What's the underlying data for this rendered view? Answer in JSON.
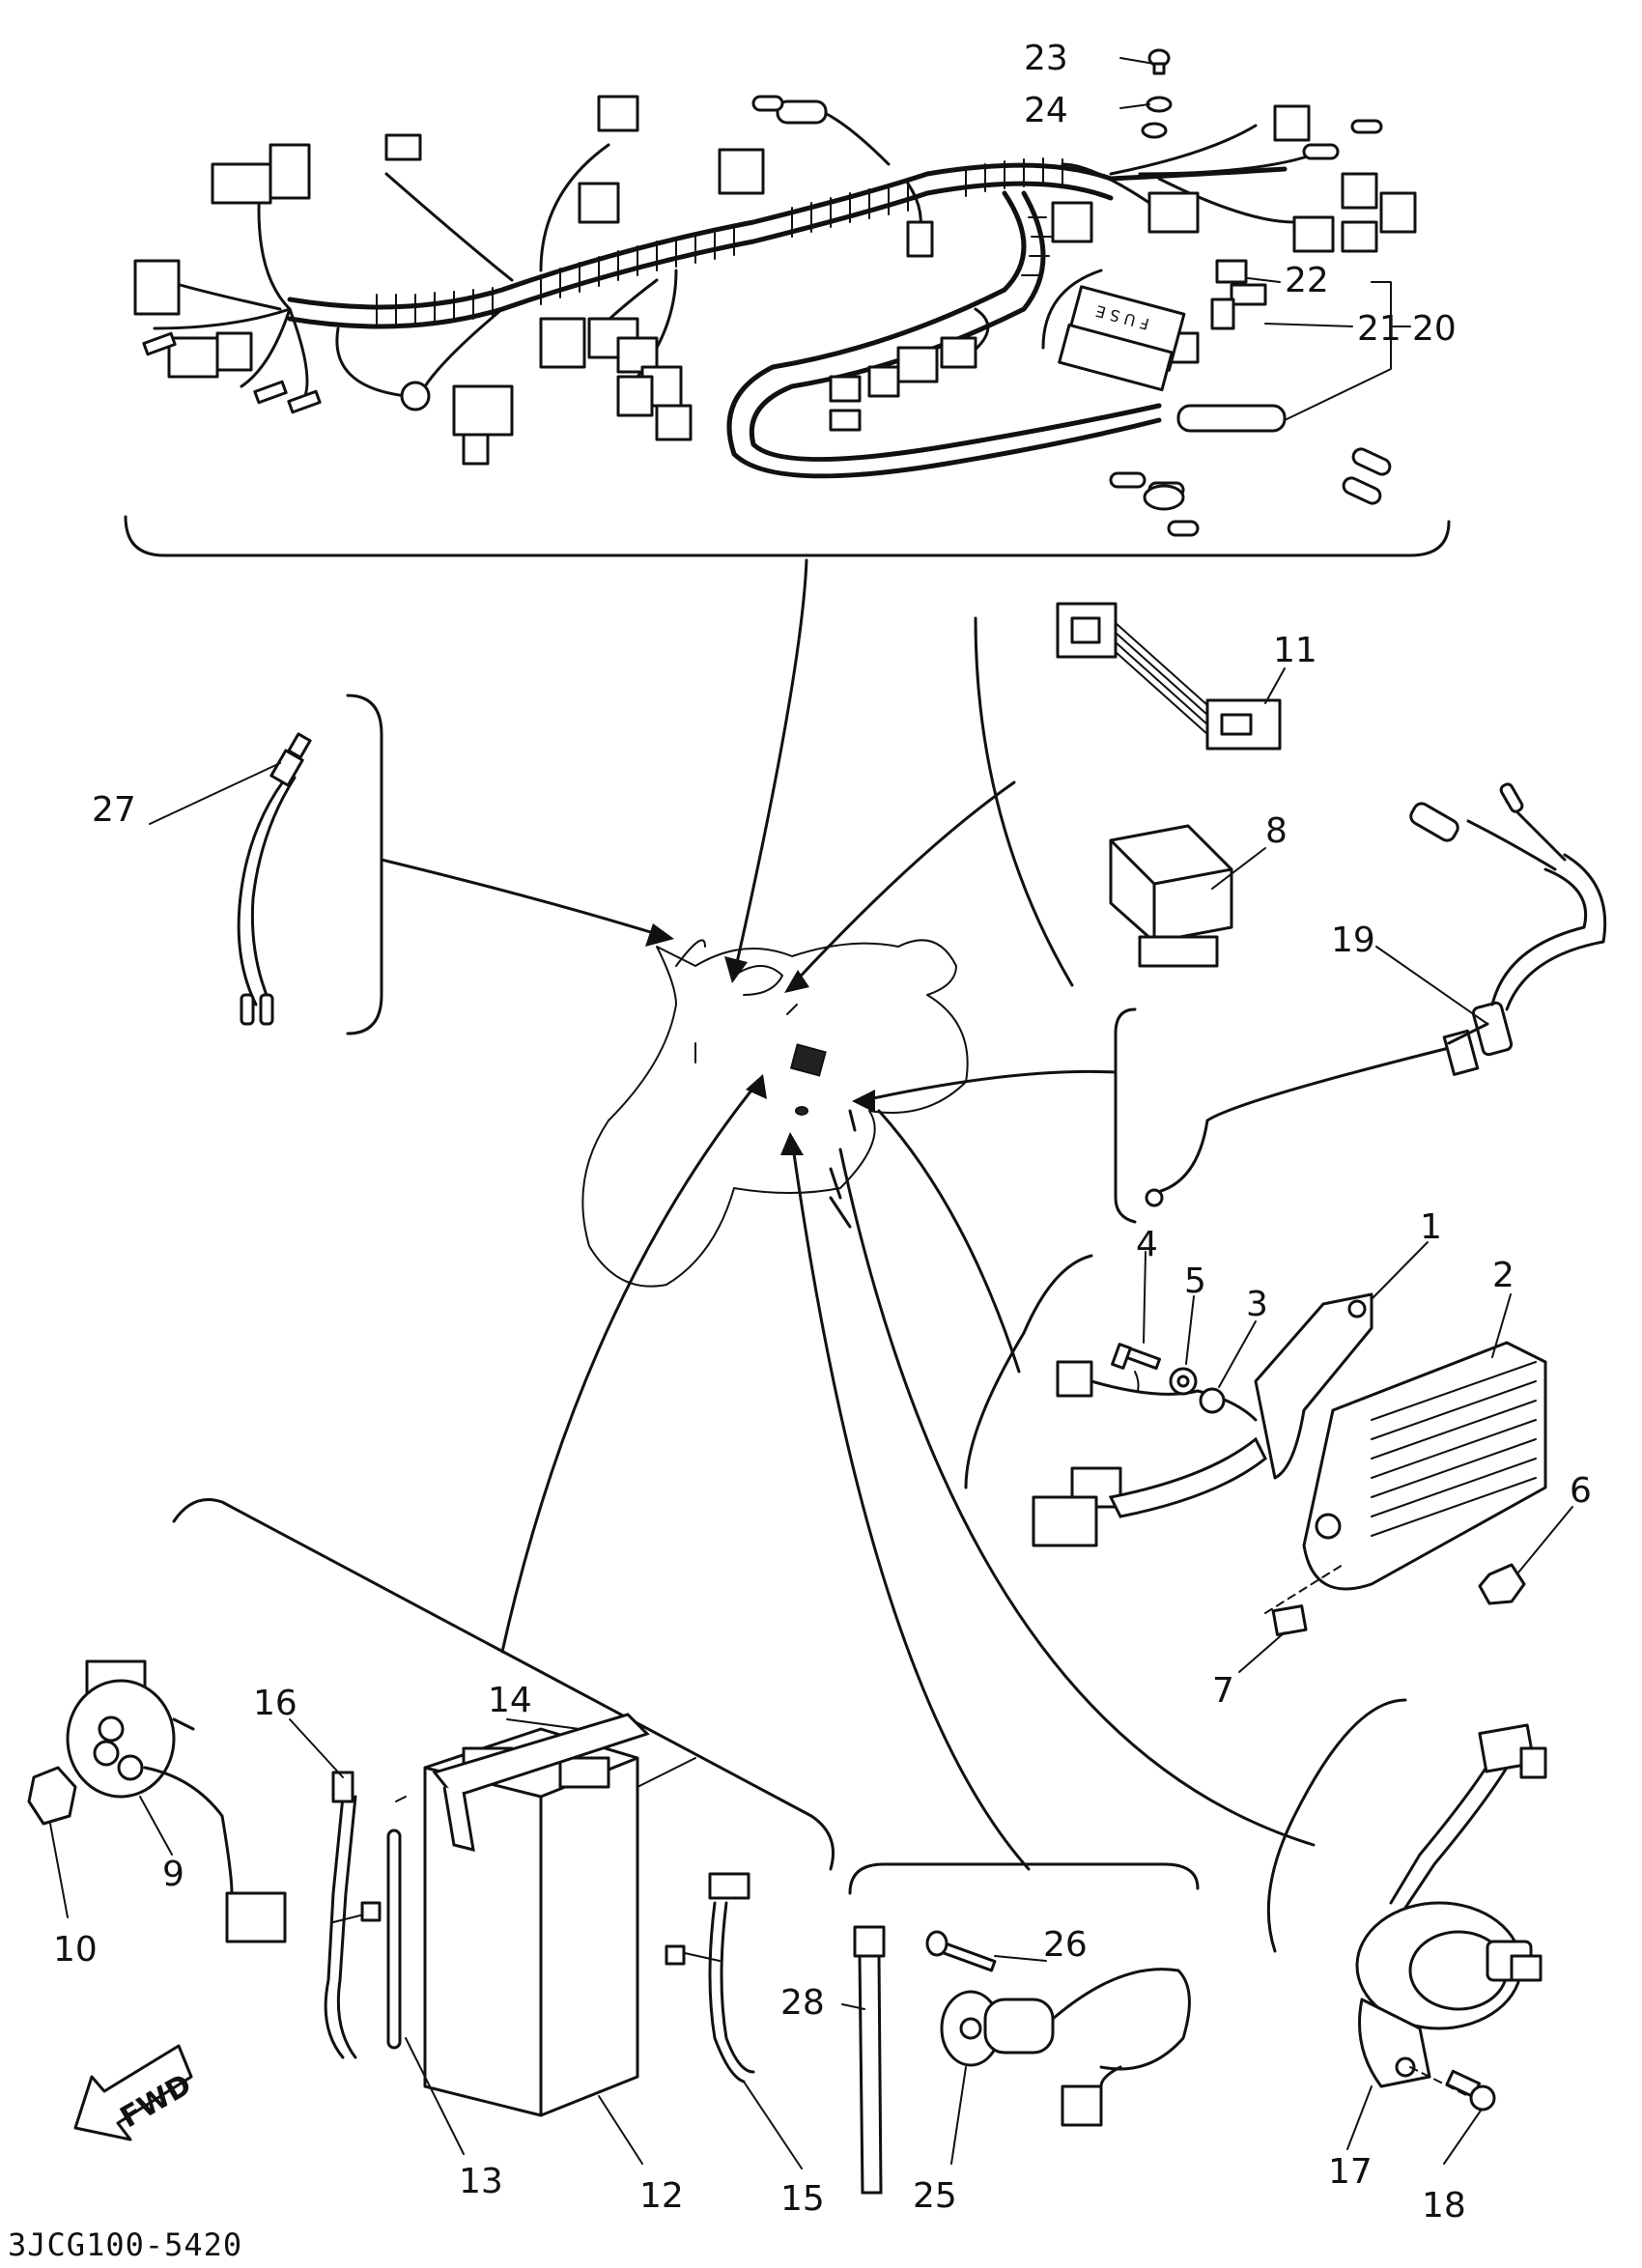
{
  "drawing_code": "3JCG100-5420",
  "direction_arrow": "FWD",
  "callouts": {
    "c1": "1",
    "c2": "2",
    "c3": "3",
    "c4": "4",
    "c5": "5",
    "c6": "6",
    "c7": "7",
    "c8": "8",
    "c9": "9",
    "c10": "10",
    "c11": "11",
    "c12": "12",
    "c13": "13",
    "c14": "14",
    "c15": "15",
    "c16": "16",
    "c17": "17",
    "c18": "18",
    "c19": "19",
    "c20": "20",
    "c21": "21",
    "c22": "22",
    "c23": "23",
    "c24": "24",
    "c25": "25",
    "c26": "26",
    "c27": "27",
    "c28": "28"
  },
  "fuse_label": "F U S E"
}
